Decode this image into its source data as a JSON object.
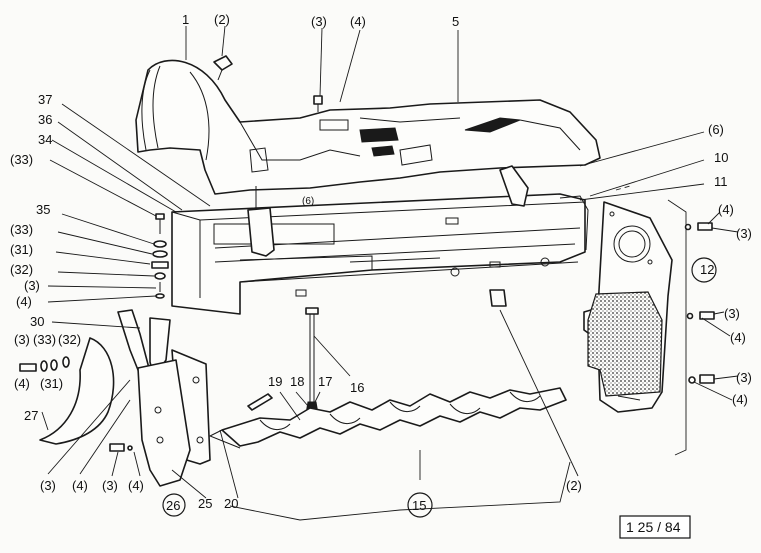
{
  "diagram": {
    "reference_code": "1 25 / 84",
    "callouts": [
      {
        "id": "c1",
        "text": "1"
      },
      {
        "id": "c2a",
        "text": "(2)"
      },
      {
        "id": "c3a",
        "text": "(3)"
      },
      {
        "id": "c4a",
        "text": "(4)"
      },
      {
        "id": "c5",
        "text": "5"
      },
      {
        "id": "c37",
        "text": "37"
      },
      {
        "id": "c36",
        "text": "36"
      },
      {
        "id": "c34",
        "text": "34"
      },
      {
        "id": "c33a",
        "text": "(33)"
      },
      {
        "id": "c6a",
        "text": "(6)"
      },
      {
        "id": "c10",
        "text": "10"
      },
      {
        "id": "c11",
        "text": "11"
      },
      {
        "id": "c6b",
        "text": "(6)"
      },
      {
        "id": "c35",
        "text": "35"
      },
      {
        "id": "c33b",
        "text": "(33)"
      },
      {
        "id": "c31a",
        "text": "(31)"
      },
      {
        "id": "c32a",
        "text": "(32)"
      },
      {
        "id": "c3b",
        "text": "(3)"
      },
      {
        "id": "c4b",
        "text": "(4)"
      },
      {
        "id": "c30",
        "text": "30"
      },
      {
        "id": "c3c",
        "text": "(3)"
      },
      {
        "id": "c33c",
        "text": "(33)"
      },
      {
        "id": "c32b",
        "text": "(32)"
      },
      {
        "id": "c4c",
        "text": "(4)"
      },
      {
        "id": "c31b",
        "text": "(31)"
      },
      {
        "id": "c27",
        "text": "27"
      },
      {
        "id": "c4d",
        "text": "(4)"
      },
      {
        "id": "c3d",
        "text": "(3)"
      },
      {
        "id": "c12",
        "text": "12"
      },
      {
        "id": "c3e",
        "text": "(3)"
      },
      {
        "id": "c4e",
        "text": "(4)"
      },
      {
        "id": "c3f",
        "text": "(3)"
      },
      {
        "id": "c4f",
        "text": "(4)"
      },
      {
        "id": "c16",
        "text": "16"
      },
      {
        "id": "c19",
        "text": "19"
      },
      {
        "id": "c18",
        "text": "18"
      },
      {
        "id": "c17",
        "text": "17"
      },
      {
        "id": "c3g",
        "text": "(3)"
      },
      {
        "id": "c4g",
        "text": "(4)"
      },
      {
        "id": "c3h",
        "text": "(3)"
      },
      {
        "id": "c4h",
        "text": "(4)"
      },
      {
        "id": "c26",
        "text": "26"
      },
      {
        "id": "c25",
        "text": "25"
      },
      {
        "id": "c20",
        "text": "20"
      },
      {
        "id": "c15",
        "text": "15"
      },
      {
        "id": "c2b",
        "text": "(2)"
      }
    ]
  }
}
